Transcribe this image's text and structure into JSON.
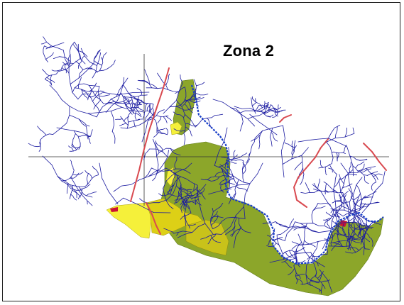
{
  "map": {
    "title": "Zona 2",
    "colors": {
      "background": "#ffffff",
      "frame": "#222222",
      "zone_green": "#8ca62a",
      "zone_yellow_light": "#f5f03a",
      "zone_yellow_dark": "#ddd016",
      "zone_olive_yellow": "#c9c21a",
      "red_patch": "#cc1133",
      "rivers": "#1a1aa0",
      "main_river": "#1a40c8",
      "roads": "#d94a50",
      "grid_lines": "#333333"
    },
    "layers": [
      "rivers",
      "geologic-zones",
      "roads",
      "reference-grid"
    ]
  }
}
